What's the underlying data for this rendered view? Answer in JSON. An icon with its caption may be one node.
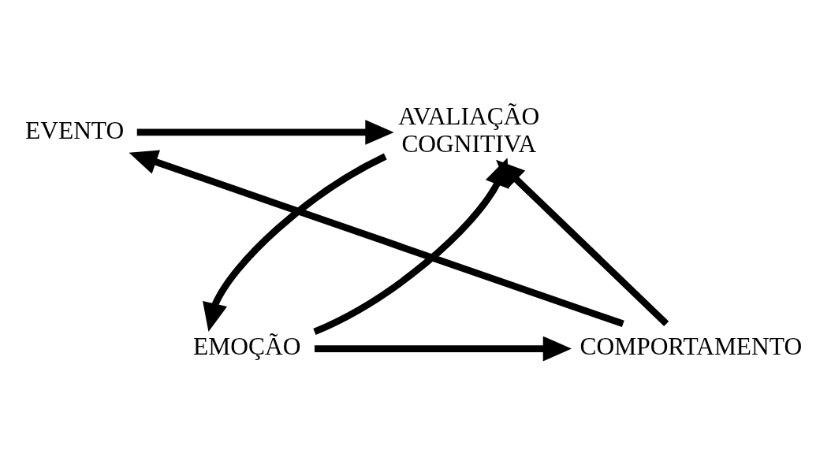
{
  "diagram": {
    "nodes": [
      {
        "text": [
          "EVENTO"
        ]
      },
      {
        "text": [
          "AVALIAÇÃO COGNITIVA"
        ]
      },
      {
        "text": [
          "EMOÇÃO"
        ]
      },
      {
        "text": [
          "COMPORTAMENTO"
        ]
      }
    ],
    "edges": [
      {
        "from": 0,
        "to": 1,
        "arrow": "to"
      },
      {
        "from": 1,
        "to": 2,
        "arrow": "to"
      },
      {
        "from": 2,
        "to": 1,
        "arrow": "to"
      },
      {
        "from": 2,
        "to": 3,
        "arrow": "to"
      },
      {
        "from": 3,
        "to": 1,
        "arrow": "to"
      },
      {
        "from": 3,
        "to": 0,
        "arrow": "to"
      }
    ]
  }
}
